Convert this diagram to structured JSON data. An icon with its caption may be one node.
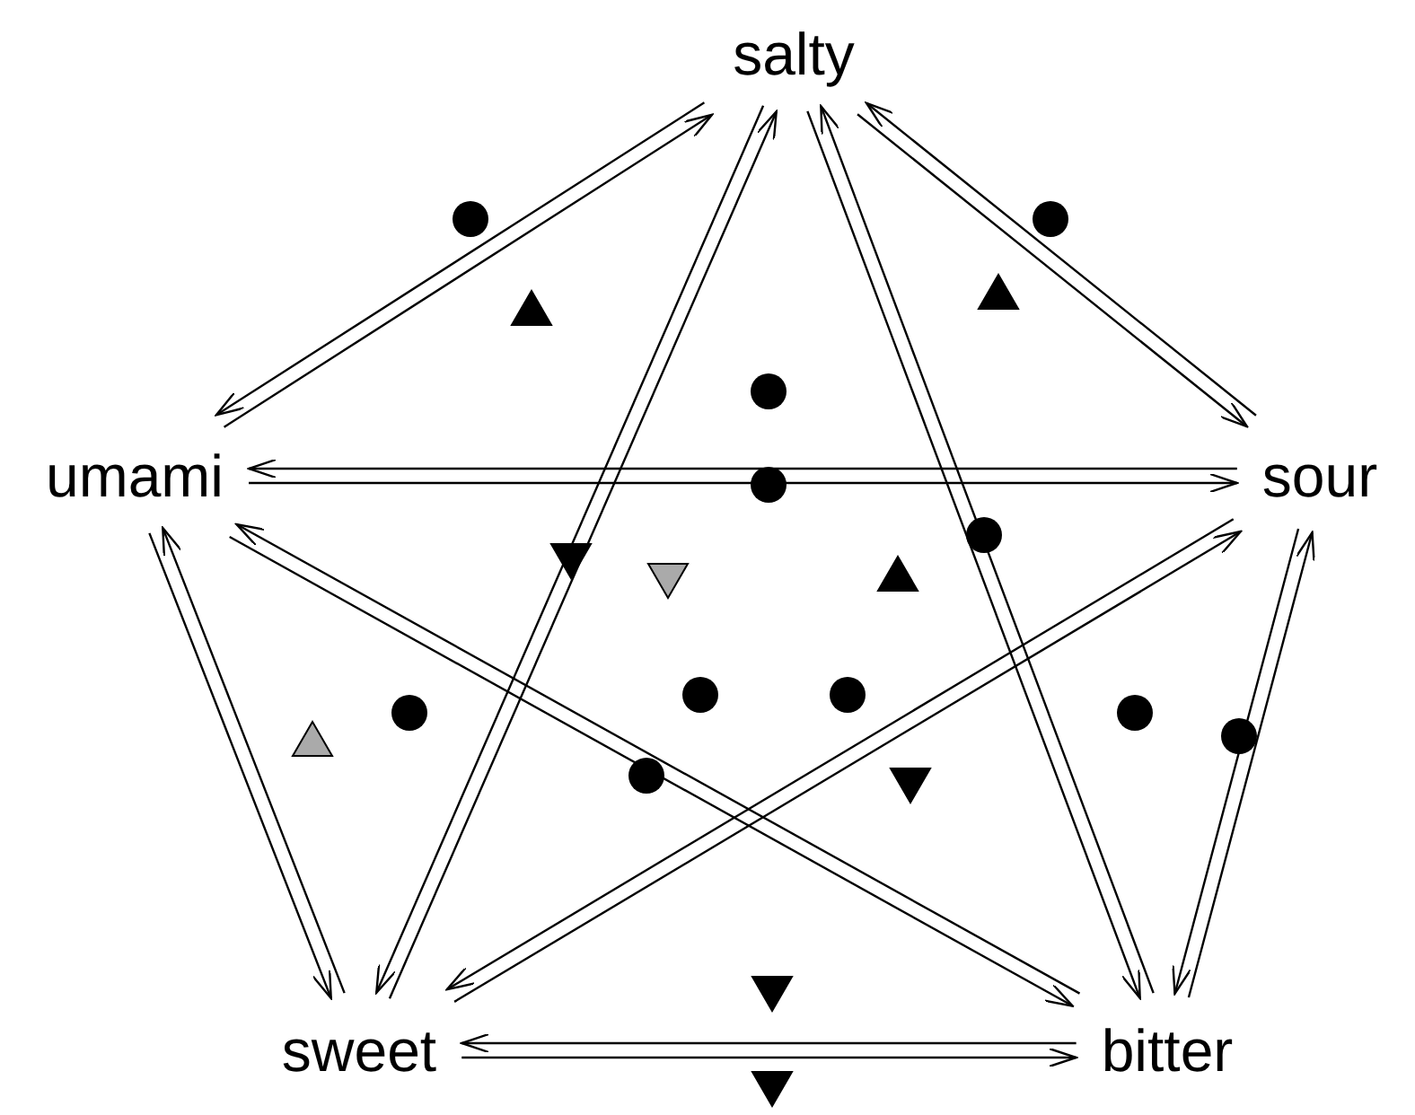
{
  "diagram": {
    "nodes": [
      {
        "text": [
          "salty"
        ]
      },
      {
        "text": [
          "umami"
        ]
      },
      {
        "text": [
          "sour"
        ]
      },
      {
        "text": [
          "sweet"
        ]
      },
      {
        "text": [
          "bitter"
        ]
      }
    ],
    "edges": [
      {
        "from": 0,
        "to": 1,
        "arrow": "to"
      },
      {
        "from": 1,
        "to": 0,
        "arrow": "to"
      },
      {
        "from": 0,
        "to": 2,
        "arrow": "to"
      },
      {
        "from": 2,
        "to": 0,
        "arrow": "to"
      },
      {
        "from": 0,
        "to": 3,
        "arrow": "to"
      },
      {
        "from": 3,
        "to": 0,
        "arrow": "to"
      },
      {
        "from": 0,
        "to": 4,
        "arrow": "to"
      },
      {
        "from": 4,
        "to": 0,
        "arrow": "to"
      },
      {
        "from": 1,
        "to": 2,
        "arrow": "to"
      },
      {
        "from": 2,
        "to": 1,
        "arrow": "to"
      },
      {
        "from": 1,
        "to": 3,
        "arrow": "to"
      },
      {
        "from": 3,
        "to": 1,
        "arrow": "to"
      },
      {
        "from": 1,
        "to": 4,
        "arrow": "to"
      },
      {
        "from": 4,
        "to": 1,
        "arrow": "to"
      },
      {
        "from": 2,
        "to": 3,
        "arrow": "to"
      },
      {
        "from": 3,
        "to": 2,
        "arrow": "to"
      },
      {
        "from": 2,
        "to": 4,
        "arrow": "to"
      },
      {
        "from": 4,
        "to": 2,
        "arrow": "to"
      },
      {
        "from": 3,
        "to": 4,
        "arrow": "to"
      },
      {
        "from": 4,
        "to": 3,
        "arrow": "to"
      }
    ]
  }
}
